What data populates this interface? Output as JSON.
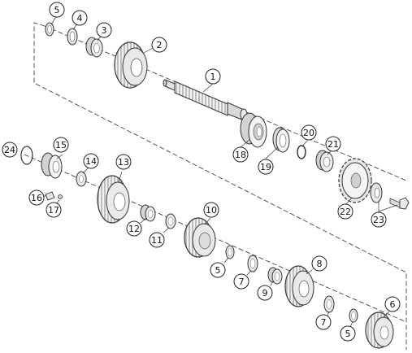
{
  "diagram": {
    "kind": "exploded parts view",
    "callouts": [
      {
        "id": "p5a",
        "label": "5"
      },
      {
        "id": "p4",
        "label": "4"
      },
      {
        "id": "p3",
        "label": "3"
      },
      {
        "id": "p2",
        "label": "2"
      },
      {
        "id": "p1",
        "label": "1"
      },
      {
        "id": "p24",
        "label": "24"
      },
      {
        "id": "p15",
        "label": "15"
      },
      {
        "id": "p14",
        "label": "14"
      },
      {
        "id": "p13",
        "label": "13"
      },
      {
        "id": "p16",
        "label": "16"
      },
      {
        "id": "p17",
        "label": "17"
      },
      {
        "id": "p18",
        "label": "18"
      },
      {
        "id": "p19",
        "label": "19"
      },
      {
        "id": "p20",
        "label": "20"
      },
      {
        "id": "p21",
        "label": "21"
      },
      {
        "id": "p22",
        "label": "22"
      },
      {
        "id": "p23",
        "label": "23"
      },
      {
        "id": "p10",
        "label": "10"
      },
      {
        "id": "p12",
        "label": "12"
      },
      {
        "id": "p11",
        "label": "11"
      },
      {
        "id": "p5b",
        "label": "5"
      },
      {
        "id": "p7a",
        "label": "7"
      },
      {
        "id": "p9",
        "label": "9"
      },
      {
        "id": "p8",
        "label": "8"
      },
      {
        "id": "p7b",
        "label": "7"
      },
      {
        "id": "p5c",
        "label": "5"
      },
      {
        "id": "p6",
        "label": "6"
      }
    ]
  }
}
